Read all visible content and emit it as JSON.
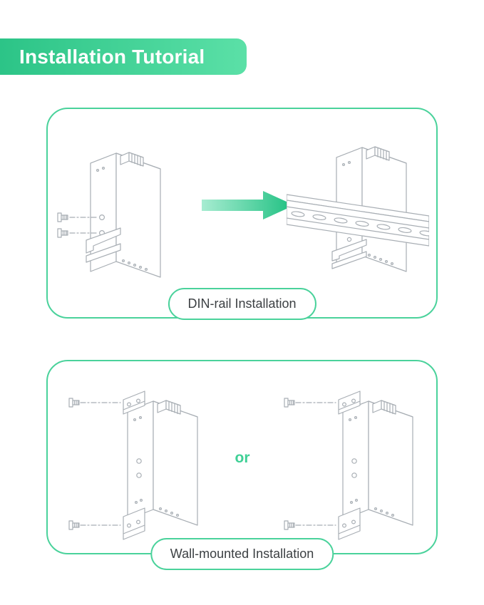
{
  "banner": {
    "title": "Installation Tutorial"
  },
  "panels": {
    "din": {
      "label": "DIN-rail Installation"
    },
    "wall": {
      "label": "Wall-mounted Installation",
      "separator": "or"
    }
  },
  "colors": {
    "accent_green": "#4ad29b",
    "banner_gradient_start": "#2cc487",
    "banner_gradient_end": "#5be0a7",
    "arrow_gradient_start": "#a7ecd1",
    "arrow_gradient_end": "#1ec081",
    "line_gray": "#a8aeb4",
    "label_text": "#3c4043"
  },
  "illustrations": {
    "din_left": "device-with-din-clip-and-screws",
    "din_arrow": "arrow-right",
    "din_right": "device-mounted-on-din-rail",
    "wall_left": "device-with-wall-brackets-and-screws",
    "wall_right": "device-with-wall-brackets-and-screws"
  }
}
